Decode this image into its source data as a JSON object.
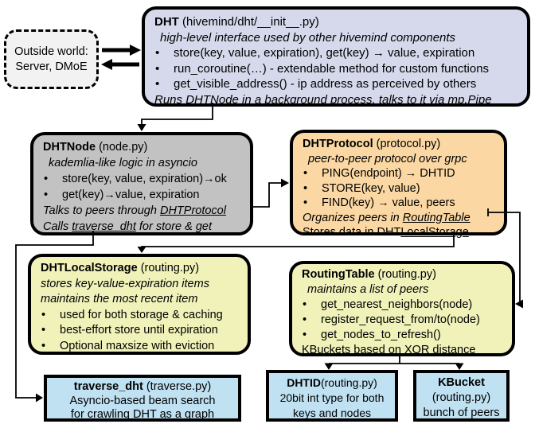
{
  "colors": {
    "line": "#000000",
    "dht_fill": "#d5d9eb",
    "node_fill": "#c2c2c2",
    "protocol_fill": "#fbd8a3",
    "storage_fill": "#f0f2ba",
    "routing_fill": "#f0f2ba",
    "blue_fill": "#bfe1f2",
    "outside_fill": "#f2f2f2"
  },
  "boxes": [
    {
      "id": "outside-world",
      "fill": "#f2f2f2",
      "align": "center",
      "lines": [
        {
          "segs": [
            {
              "t": "Outside world:"
            }
          ]
        },
        {
          "segs": [
            {
              "t": "Server, DMoE"
            }
          ]
        }
      ]
    },
    {
      "id": "dht",
      "fill": "#d5d9eb",
      "lines": [
        {
          "segs": [
            {
              "t": "DHT",
              "b": true
            },
            {
              "t": " (hivemind/dht/__init__.py)"
            }
          ]
        },
        {
          "indent": true,
          "segs": [
            {
              "t": "high-level interface used by other hivemind components",
              "i": true
            }
          ]
        },
        {
          "bullet": true,
          "segs": [
            {
              "t": "store(key, value, expiration), get(key) →  value, expiration"
            }
          ]
        },
        {
          "bullet": true,
          "segs": [
            {
              "t": "run_coroutine(…) - extendable method for custom functions"
            }
          ]
        },
        {
          "bullet": true,
          "segs": [
            {
              "t": "get_visible_address() - ip address as perceived by others"
            }
          ]
        },
        {
          "segs": [
            {
              "t": "Runs ",
              "i": true
            },
            {
              "t": "DHTNode ",
              "i": true,
              "u": true
            },
            {
              "t": "in a background process, talks to it via mp.Pipe",
              "i": true
            }
          ]
        }
      ]
    },
    {
      "id": "dhtnode",
      "fill": "#c2c2c2",
      "lines": [
        {
          "segs": [
            {
              "t": "DHTNode",
              "b": true
            },
            {
              "t": " (node.py)"
            }
          ]
        },
        {
          "indent": true,
          "segs": [
            {
              "t": "kademlia-like logic in asyncio",
              "i": true
            }
          ]
        },
        {
          "bullet": true,
          "segs": [
            {
              "t": "store(key, value, expiration)→ok"
            }
          ]
        },
        {
          "bullet": true,
          "segs": [
            {
              "t": "get(key)→value, expiration"
            }
          ]
        },
        {
          "segs": [
            {
              "t": "Talks to peers through ",
              "i": true
            },
            {
              "t": "DHTProtocol",
              "i": true,
              "u": true
            }
          ]
        },
        {
          "segs": [
            {
              "t": "Calls ",
              "i": true
            },
            {
              "t": "traverse_dht",
              "i": true,
              "u": true
            },
            {
              "t": " for store & get",
              "i": true
            }
          ]
        }
      ]
    },
    {
      "id": "dhtprotocol",
      "fill": "#fbd8a3",
      "lines": [
        {
          "segs": [
            {
              "t": "DHTProtocol",
              "b": true
            },
            {
              "t": " (protocol.py)"
            }
          ]
        },
        {
          "indent": true,
          "segs": [
            {
              "t": "peer-to-peer protocol over grpc",
              "i": true
            }
          ]
        },
        {
          "bullet": true,
          "segs": [
            {
              "t": "PING(endpoint) → DHTID"
            }
          ]
        },
        {
          "bullet": true,
          "segs": [
            {
              "t": "STORE(key, value)"
            }
          ]
        },
        {
          "bullet": true,
          "segs": [
            {
              "t": "FIND(key) →  value, peers"
            }
          ]
        },
        {
          "segs": [
            {
              "t": "Organizes peers in ",
              "i": true
            },
            {
              "t": "RoutingTable",
              "i": true,
              "u": true
            }
          ]
        },
        {
          "segs": [
            {
              "t": "Stores data in DHT"
            },
            {
              "t": "LocalStorage",
              "u": true
            }
          ]
        }
      ]
    },
    {
      "id": "dhtlocalstorage",
      "fill": "#f0f2ba",
      "lines": [
        {
          "segs": [
            {
              "t": "DHTLocalStorage",
              "b": true
            },
            {
              "t": " (routing.py)"
            }
          ]
        },
        {
          "segs": [
            {
              "t": "stores key-value-expiration items",
              "i": true
            }
          ]
        },
        {
          "segs": [
            {
              "t": "maintains the most recent item",
              "i": true
            }
          ]
        },
        {
          "bullet": true,
          "segs": [
            {
              "t": "used for both storage & caching"
            }
          ]
        },
        {
          "bullet": true,
          "segs": [
            {
              "t": "best-effort store until expiration"
            }
          ]
        },
        {
          "bullet": true,
          "segs": [
            {
              "t": "Optional maxsize with eviction"
            }
          ]
        }
      ]
    },
    {
      "id": "routingtable",
      "fill": "#f0f2ba",
      "lines": [
        {
          "segs": [
            {
              "t": "RoutingTable",
              "b": true
            },
            {
              "t": " (routing.py)"
            }
          ]
        },
        {
          "indent": true,
          "segs": [
            {
              "t": "maintains a list of peers",
              "i": true
            }
          ]
        },
        {
          "bullet": true,
          "segs": [
            {
              "t": "get_nearest_neighbors(node)"
            }
          ]
        },
        {
          "bullet": true,
          "segs": [
            {
              "t": "register_request_from/to(node)"
            }
          ]
        },
        {
          "bullet": true,
          "segs": [
            {
              "t": "get_nodes_to_refresh()"
            }
          ]
        },
        {
          "segs": [
            {
              "t": "KBuckets based on XOR distance"
            }
          ]
        }
      ]
    },
    {
      "id": "traverse-dht",
      "fill": "#bfe1f2",
      "align": "center",
      "square": true,
      "lines": [
        {
          "segs": [
            {
              "t": "traverse_dht",
              "b": true
            },
            {
              "t": " (traverse.py)"
            }
          ]
        },
        {
          "segs": [
            {
              "t": "Asyncio-based beam search"
            }
          ]
        },
        {
          "segs": [
            {
              "t": "for crawling DHT as a graph"
            }
          ]
        }
      ]
    },
    {
      "id": "dhtid",
      "fill": "#bfe1f2",
      "align": "center",
      "square": true,
      "lines": [
        {
          "segs": [
            {
              "t": "DHTID",
              "b": true
            },
            {
              "t": "(routing.py)"
            }
          ]
        },
        {
          "segs": [
            {
              "t": "20bit int type for both"
            }
          ]
        },
        {
          "segs": [
            {
              "t": "keys and nodes"
            }
          ]
        }
      ]
    },
    {
      "id": "kbucket",
      "fill": "#bfe1f2",
      "align": "center",
      "square": true,
      "lines": [
        {
          "segs": [
            {
              "t": "KBucket",
              "b": true
            }
          ]
        },
        {
          "segs": [
            {
              "t": "(routing.py)"
            }
          ]
        },
        {
          "segs": [
            {
              "t": "bunch of peers"
            }
          ]
        }
      ]
    }
  ]
}
